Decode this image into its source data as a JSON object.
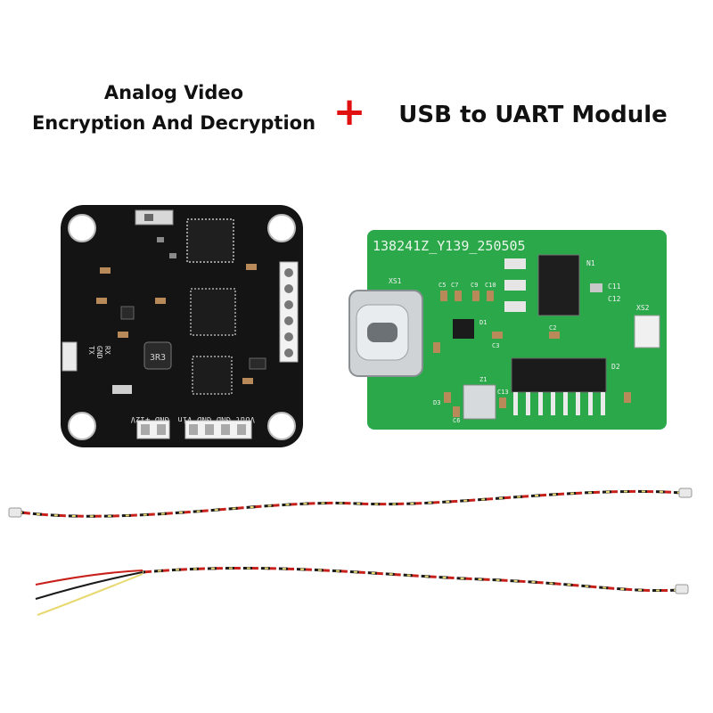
{
  "captions": {
    "left_line1": "Analog Video",
    "left_line2": "Encryption And Decryption",
    "plus": "+",
    "right": "USB to UART Module"
  },
  "black_board": {
    "inductor_mark": "3R3",
    "uart_labels": [
      "TX",
      "GND",
      "RX"
    ],
    "power_labels": "GND +12V",
    "video_labels": "Vout GND GND Vin"
  },
  "green_board": {
    "serial": "138241Z_Y139_250505",
    "designators": [
      "XS1",
      "C5",
      "C7",
      "C9",
      "C10",
      "N1",
      "C11",
      "C12",
      "XS2",
      "D1",
      "C3",
      "C2",
      "D2",
      "D3",
      "C6",
      "C13",
      "Z1"
    ]
  },
  "colors": {
    "plus_sign": "#e01010",
    "black_pcb": "#141414",
    "green_pcb": "#2aa84a",
    "wire_red": "#c8201a",
    "wire_black": "#1a1a1a",
    "wire_yellow": "#e8d870"
  }
}
